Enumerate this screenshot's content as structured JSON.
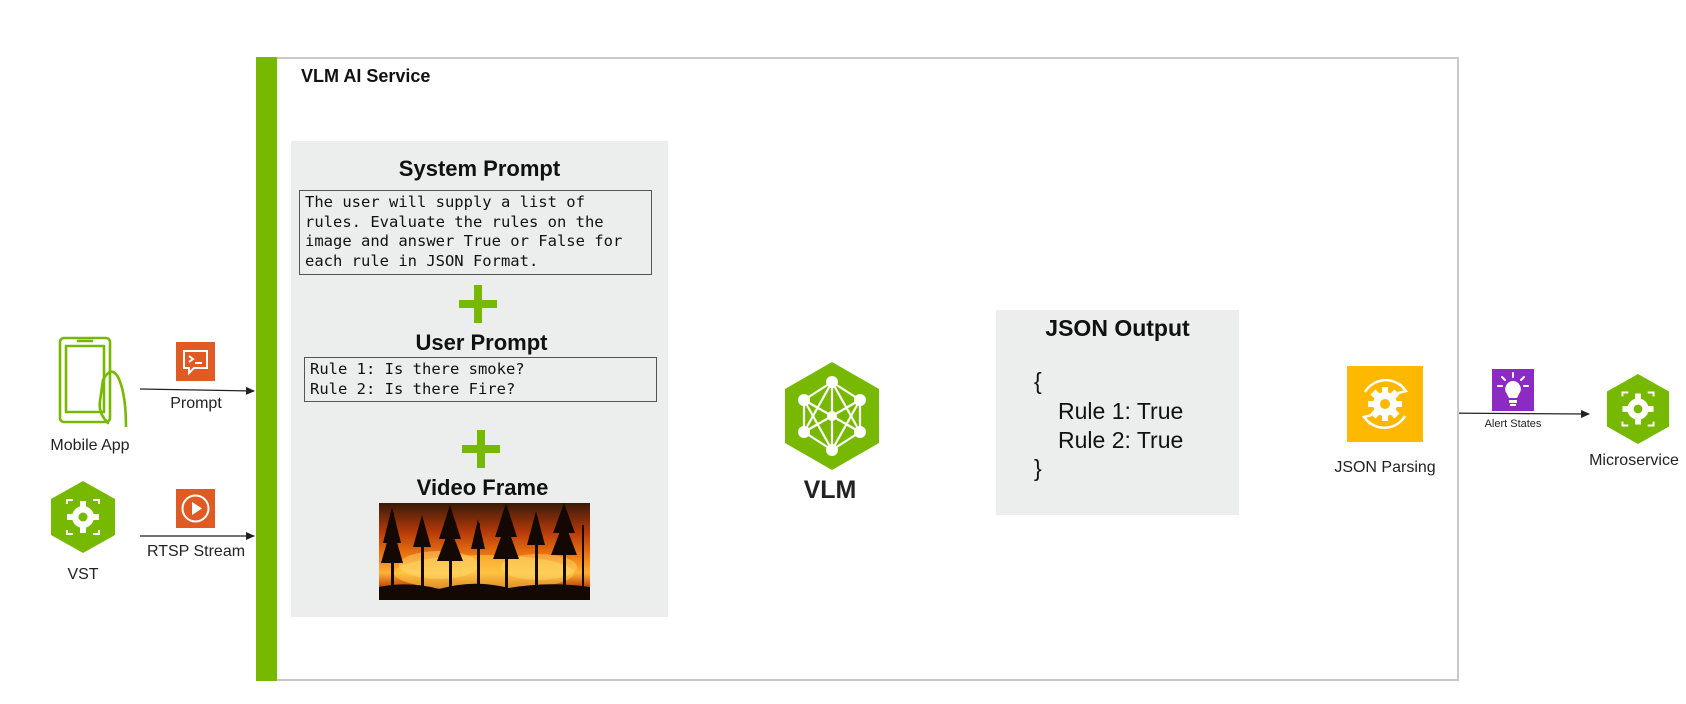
{
  "service": {
    "title": "VLM AI Service"
  },
  "system_prompt": {
    "title": "System Prompt",
    "text": "The user will supply a list of\nrules. Evaluate the rules on the\nimage and answer True or False for\neach rule in JSON Format."
  },
  "user_prompt": {
    "title": "User Prompt",
    "text": "Rule 1: Is there smoke?\nRule 2: Is there Fire?"
  },
  "video_frame": {
    "title": "Video Frame"
  },
  "vlm": {
    "label": "VLM"
  },
  "json_output": {
    "title": "JSON Output",
    "open": "{",
    "lines": [
      "Rule 1: True",
      "Rule 2: True"
    ],
    "close": "}"
  },
  "sources": {
    "mobile_app": "Mobile App",
    "vst": "VST",
    "prompt": "Prompt",
    "rtsp": "RTSP Stream"
  },
  "parsing": {
    "label": "JSON Parsing"
  },
  "alert": {
    "label": "Alert States"
  },
  "microservice": {
    "label": "Microservice"
  },
  "colors": {
    "nvidia_green": "#76b900",
    "panel_gray": "#eceeee",
    "orange_badge": "#e05a24",
    "yellow": "#ffb800",
    "purple": "#8c2bc4"
  },
  "icons": {
    "mobile": "mobile-phone-icon",
    "vst": "hexagon-gear-icon",
    "prompt": "terminal-chat-icon",
    "rtsp": "play-icon",
    "vlm": "hexagon-network-icon",
    "parsing": "gear-refresh-icon",
    "alert": "lightbulb-icon",
    "microservice": "hexagon-gear-icon"
  }
}
